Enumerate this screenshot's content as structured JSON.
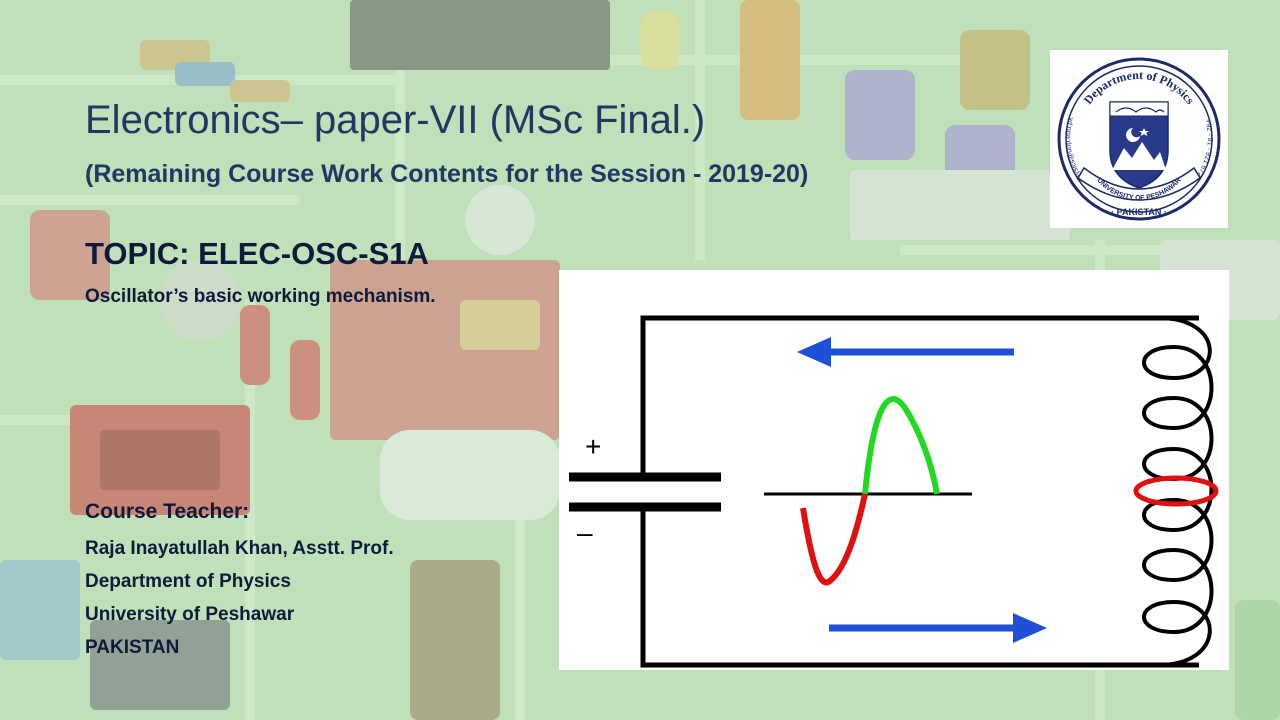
{
  "slide": {
    "title": "Electronics– paper-VII  (MSc Final.)",
    "subtitle": "(Remaining Course Work Contents for the Session - 2019-20)",
    "topic": "TOPIC: ELEC-OSC-S1A",
    "topic_description": "Oscillator’s basic working mechanism."
  },
  "teacher": {
    "heading": "Course Teacher:",
    "name": "Raja Inayatullah Khan, Asstt. Prof.",
    "department": "Department of Physics",
    "university": "University of Peshawar",
    "country": "PAKISTAN"
  },
  "logo": {
    "top_text": "Department of Physics",
    "band_text": "UNIVERSITY OF PESHAWAR",
    "bottom_text": "· PAKISTAN ·",
    "left_text": "physics@uop.edu.pk",
    "right_text": "+92 - 91 - 921 6727"
  },
  "diagram": {
    "plus_label": "+",
    "minus_label": "–"
  },
  "colors": {
    "title_blue": "#1f3864",
    "arrow_blue": "#1f4fd6",
    "wave_green": "#22d922",
    "wave_red": "#e01010",
    "ring_red": "#e01010"
  }
}
